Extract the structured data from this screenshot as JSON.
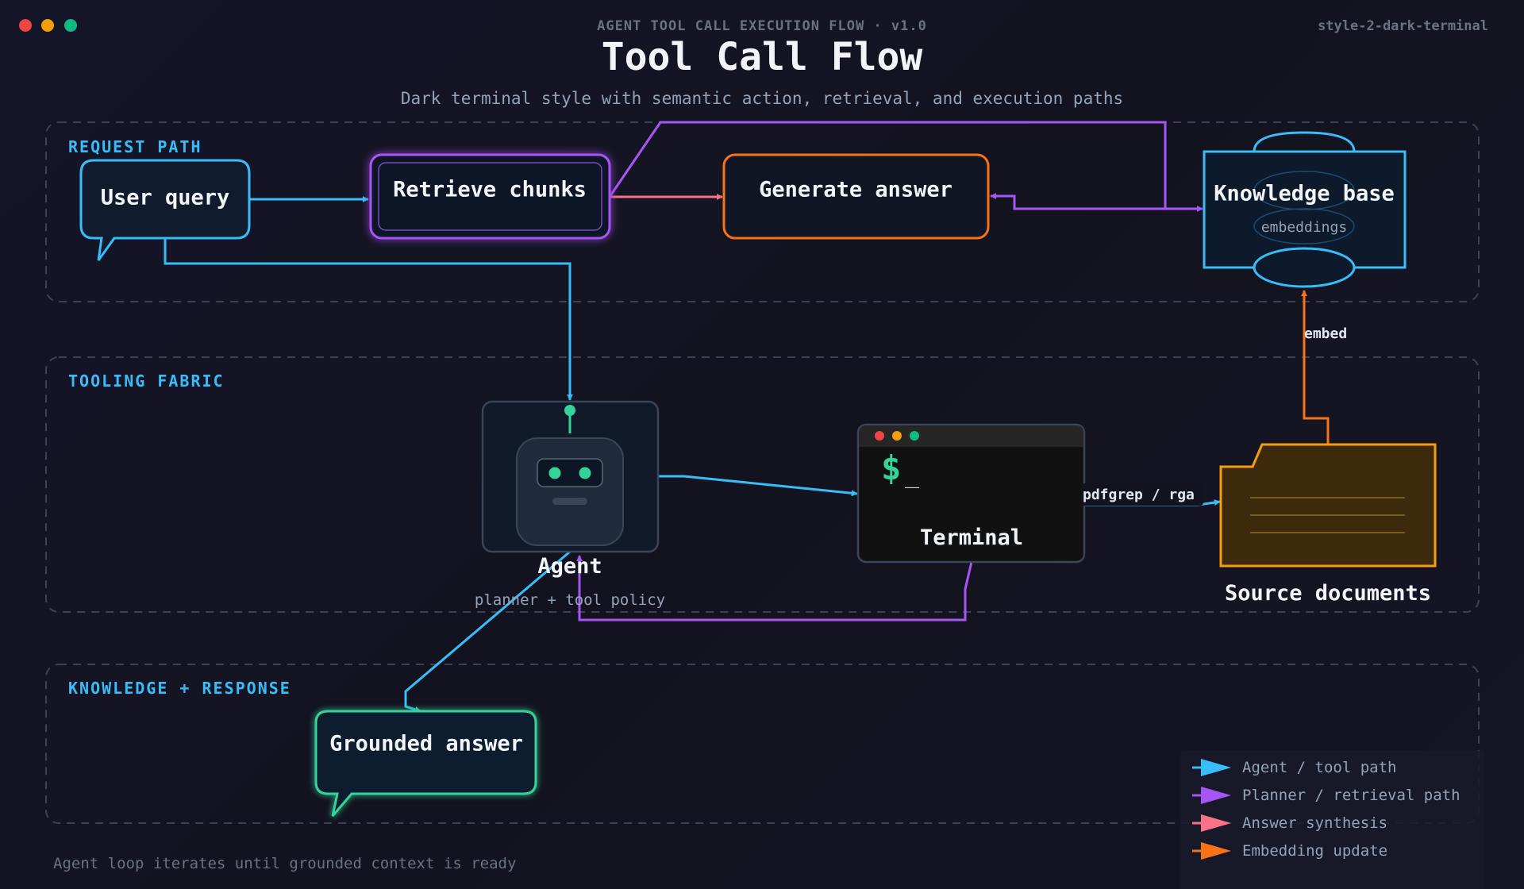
{
  "header": {
    "kicker": "AGENT TOOL CALL EXECUTION FLOW · v1.0",
    "title": "Tool Call Flow",
    "subtitle": "Dark terminal style with semantic action, retrieval, and execution paths",
    "style_tag": "style-2-dark-terminal"
  },
  "window_dots": [
    "#ef4444",
    "#f59e0b",
    "#10b981"
  ],
  "zones": {
    "request": "REQUEST PATH",
    "tooling": "TOOLING FABRIC",
    "knowledge": "KNOWLEDGE + RESPONSE"
  },
  "nodes": {
    "user_query": "User query",
    "retrieve_chunks": "Retrieve chunks",
    "generate_answer": "Generate answer",
    "knowledge_base": "Knowledge base",
    "knowledge_base_sub": "embeddings",
    "agent": "Agent",
    "agent_sub": "planner + tool policy",
    "terminal": "Terminal",
    "terminal_prompt": "$",
    "terminal_cursor": "_",
    "source_documents": "Source documents",
    "grounded_answer": "Grounded answer"
  },
  "edge_labels": {
    "embed": "embed",
    "pdfgrep": "pdfgrep / rga"
  },
  "legend": [
    {
      "label": "Agent / tool path",
      "color": "#38bdf8"
    },
    {
      "label": "Planner / retrieval path",
      "color": "#a855f7"
    },
    {
      "label": "Answer synthesis",
      "color": "#fb7185"
    },
    {
      "label": "Embedding update",
      "color": "#f97316"
    }
  ],
  "footer": "Agent loop iterates until grounded context is ready",
  "colors": {
    "blue": "#38bdf8",
    "purple": "#a855f7",
    "pink": "#fb7185",
    "orange": "#f97316",
    "green": "#34d399",
    "muted": "#94a3b8",
    "zone_label": "#38bdf8"
  }
}
